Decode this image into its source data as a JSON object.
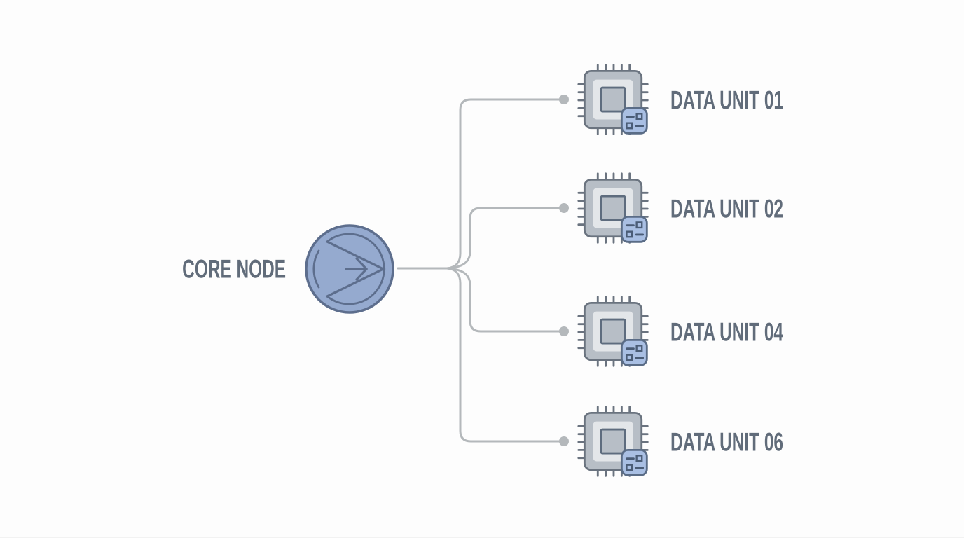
{
  "diagram": {
    "type": "hub-spoke",
    "core": {
      "label": "CORE NODE",
      "icon": "fast-forward-circle-icon"
    },
    "units": [
      {
        "label": "DATA UNIT 01",
        "icon": "processor-chip-icon"
      },
      {
        "label": "DATA UNIT 02",
        "icon": "processor-chip-icon"
      },
      {
        "label": "DATA UNIT 04",
        "icon": "processor-chip-icon"
      },
      {
        "label": "DATA UNIT 06",
        "icon": "processor-chip-icon"
      }
    ]
  },
  "colors": {
    "background": "#fdfdfd",
    "line": "#b4b8bb",
    "accent_fill": "#95aacf",
    "accent_stroke": "#5d6e8d",
    "chip_fill": "#b7bec6",
    "chip_light": "#e3e6e9",
    "chip_stroke": "#6a737f",
    "inner_stroke": "#5e6c7e",
    "badge_fill": "#a9bfe3",
    "badge_stroke": "#5a6c86",
    "badge_mark": "#4a5c76",
    "label_text": "#616c7a"
  }
}
